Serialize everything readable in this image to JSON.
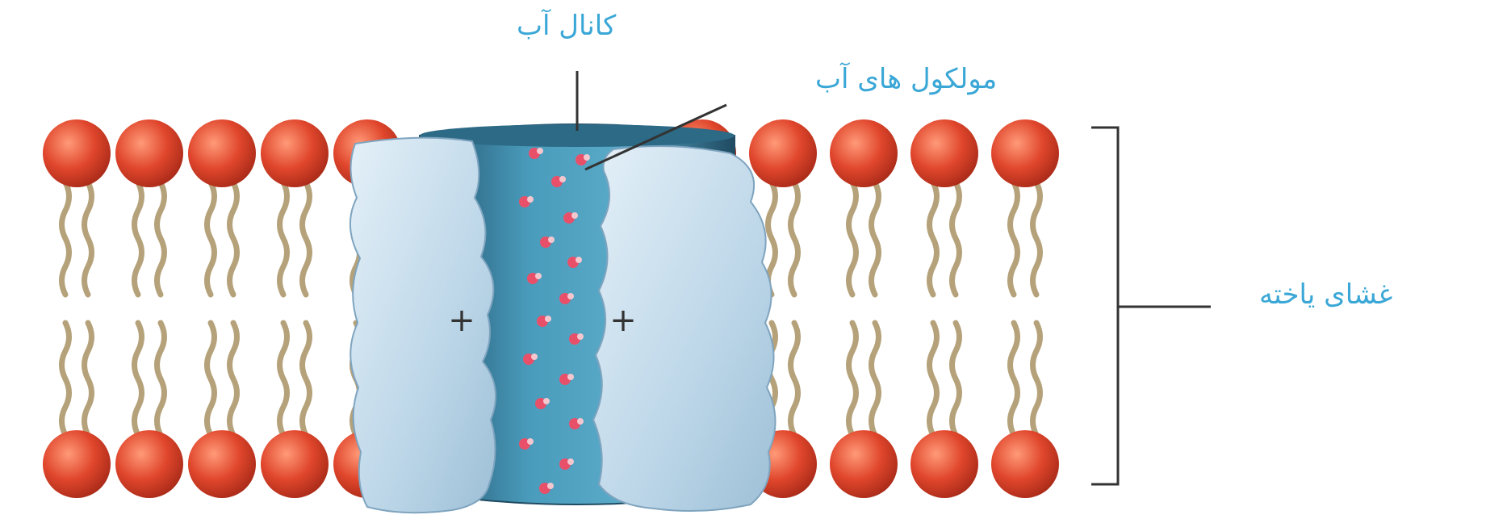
{
  "labels": {
    "water_channel": "کانال آب",
    "water_molecules": "مولکول های آب",
    "cell_membrane": "غشای یاخته"
  },
  "channel_charges": [
    "+",
    "+"
  ],
  "colors": {
    "phospholipid_head": "#e0462c",
    "phospholipid_tail": "#b5a27a",
    "channel_protein": "#c3dcec",
    "channel_pore": "#3f8fae",
    "water_molecule": "#e8506a",
    "label_text": "#3aa7d6",
    "leader_line": "#333333"
  }
}
